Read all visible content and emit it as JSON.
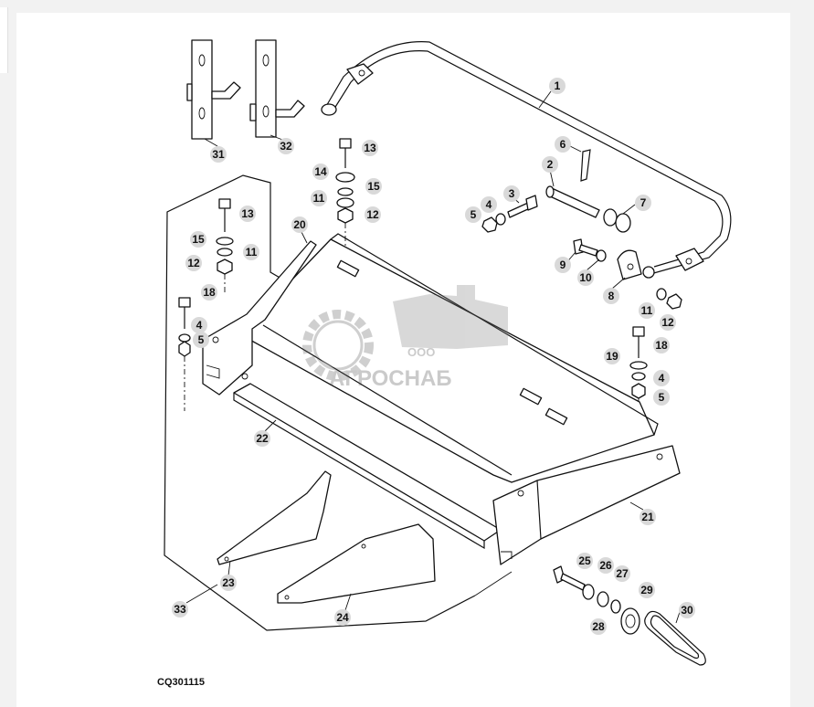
{
  "drawing_code": "CQ301115",
  "watermark": {
    "prefix": "ООО",
    "brand": "АГРОСНАБ"
  },
  "callouts": {
    "c1": "1",
    "c2": "2",
    "c3": "3",
    "c4a": "4",
    "c4b": "4",
    "c4c": "4",
    "c5a": "5",
    "c5b": "5",
    "c5c": "5",
    "c6": "6",
    "c7": "7",
    "c8": "8",
    "c9": "9",
    "c10": "10",
    "c11a": "11",
    "c11b": "11",
    "c11c": "11",
    "c12a": "12",
    "c12b": "12",
    "c12c": "12",
    "c13a": "13",
    "c13b": "13",
    "c14": "14",
    "c15a": "15",
    "c15b": "15",
    "c18a": "18",
    "c18b": "18",
    "c19": "19",
    "c20": "20",
    "c21": "21",
    "c22": "22",
    "c23": "23",
    "c24": "24",
    "c25": "25",
    "c26": "26",
    "c27": "27",
    "c28": "28",
    "c29": "29",
    "c30": "30",
    "c31": "31",
    "c32": "32",
    "c33": "33"
  }
}
